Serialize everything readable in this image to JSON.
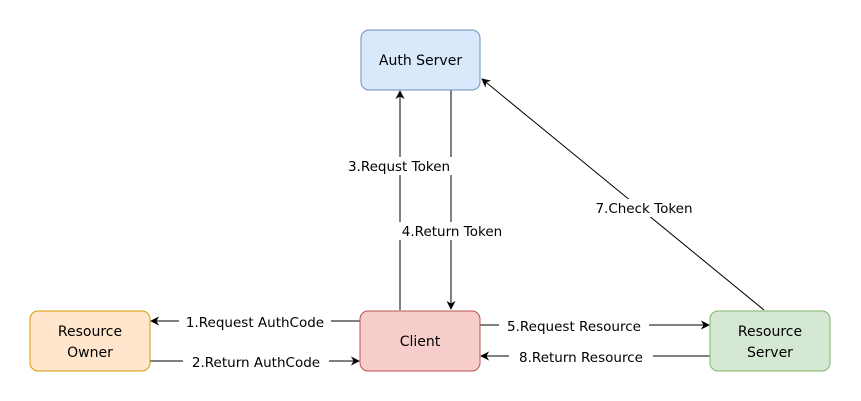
{
  "nodes": {
    "auth_server": {
      "label": "Auth Server",
      "fill": "#dae8fc",
      "stroke": "#6c8ebf"
    },
    "resource_owner": {
      "label_line1": "Resource",
      "label_line2": "Owner",
      "fill": "#ffe6cc",
      "stroke": "#d79b00"
    },
    "client": {
      "label": "Client",
      "fill": "#f8cecc",
      "stroke": "#b85450"
    },
    "resource_server": {
      "label_line1": "Resource",
      "label_line2": "Server",
      "fill": "#d5e8d4",
      "stroke": "#82b366"
    }
  },
  "edges": {
    "e1": "1.Request AuthCode",
    "e2": "2.Return AuthCode",
    "e3": "3.Requst Token",
    "e4": "4.Return Token",
    "e5": "5.Request Resource",
    "e7": "7.Check Token",
    "e8": "8.Return Resource"
  }
}
